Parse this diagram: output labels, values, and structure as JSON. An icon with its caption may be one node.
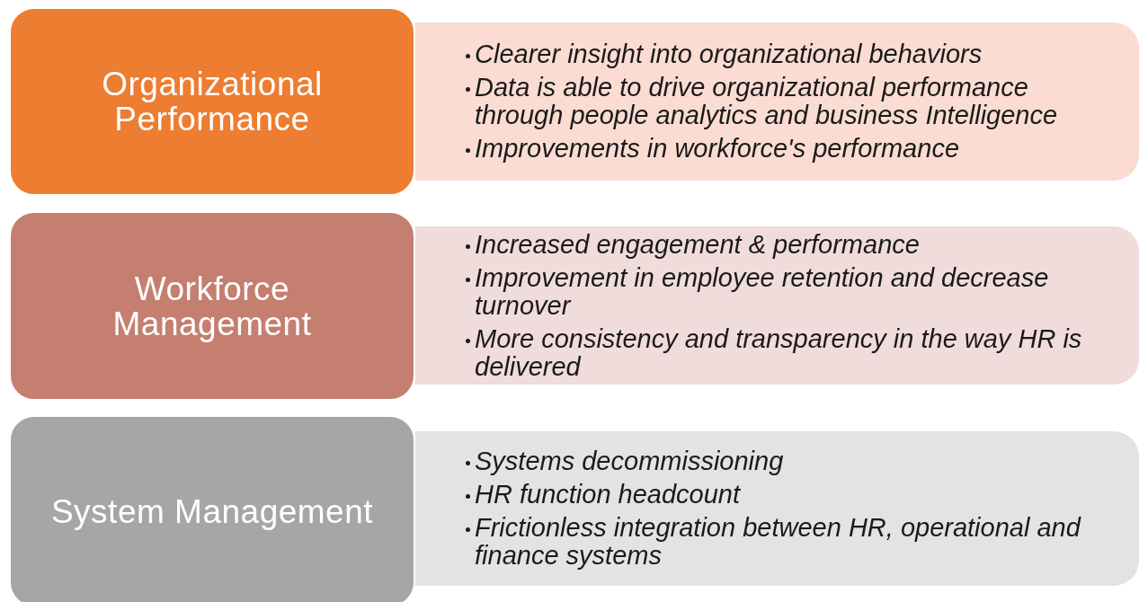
{
  "diagram": {
    "nodes": [
      {
        "text": [
          "Organizational Performance"
        ]
      },
      {
        "text": [
          "Clearer insight into organizational behaviors",
          "Data is able to drive organizational performance through people analytics and business Intelligence",
          "Improvements in workforce's performance"
        ]
      },
      {
        "text": [
          "Workforce Management"
        ]
      },
      {
        "text": [
          "Increased engagement & performance",
          "Improvement in employee retention and decrease turnover",
          "More consistency and transparency in the way HR is delivered"
        ]
      },
      {
        "text": [
          "System Management"
        ]
      },
      {
        "text": [
          "Systems decommissioning",
          "HR function headcount",
          "Frictionless integration between HR, operational and finance systems"
        ]
      }
    ]
  }
}
